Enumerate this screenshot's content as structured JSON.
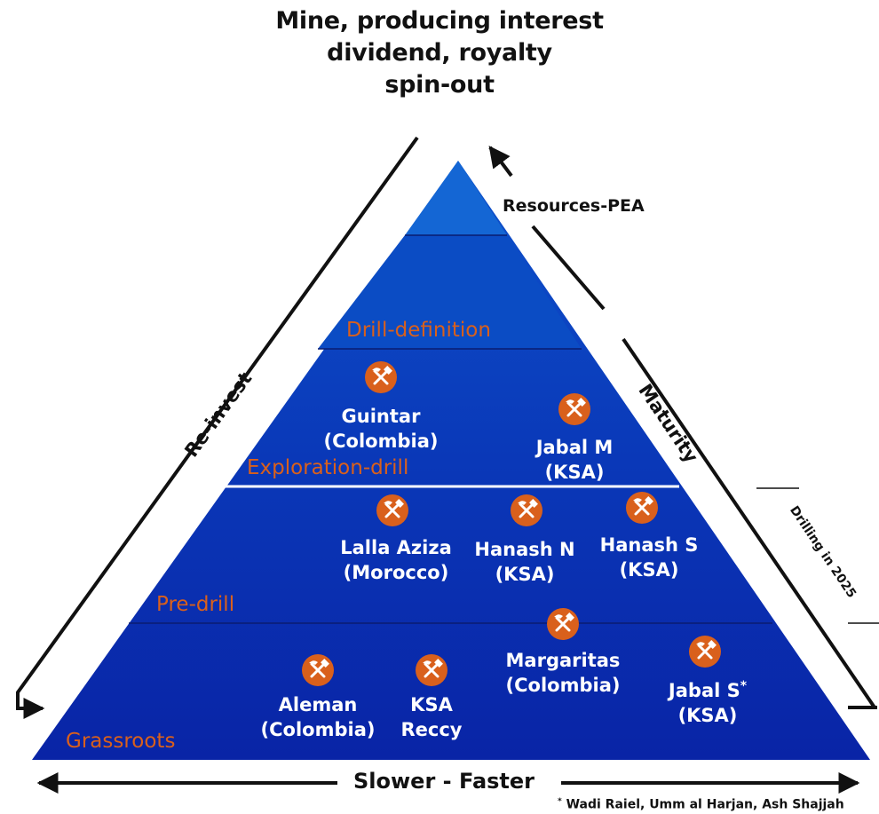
{
  "title": {
    "line1": "Mine, producing interest",
    "line2": "dividend, royalty",
    "line3": "spin-out"
  },
  "stages": {
    "resources": "Resources-PEA",
    "drill_definition": "Drill-definition",
    "exploration_drill": "Exploration-drill",
    "pre_drill": "Pre-drill",
    "grassroots": "Grassroots"
  },
  "projects": {
    "guintar": {
      "name": "Guintar",
      "country": "(Colombia)"
    },
    "jabal_m": {
      "name": "Jabal M",
      "country": "(KSA)"
    },
    "lalla_aziza": {
      "name": "Lalla Aziza",
      "country": "(Morocco)"
    },
    "hanash_n": {
      "name": "Hanash N",
      "country": "(KSA)"
    },
    "hanash_s": {
      "name": "Hanash S",
      "country": "(KSA)"
    },
    "margaritas": {
      "name": "Margaritas",
      "country": "(Colombia)"
    },
    "aleman": {
      "name": "Aleman",
      "country": "(Colombia)"
    },
    "ksa_reccy": {
      "name": "KSA",
      "country": "Reccy"
    },
    "jabal_s": {
      "name": "Jabal S",
      "sup": "*",
      "country": "(KSA)"
    }
  },
  "labels": {
    "reinvest": "Re-invest",
    "maturity": "Maturity",
    "drilling": "Drilling in 2025",
    "speed": "Slower - Faster",
    "footnote_mark": "*",
    "footnote": "Wadi Raiel, Umm al Harjan, Ash Shajjah"
  },
  "colors": {
    "pyramid_top": "#1466d4",
    "pyramid_upper": "#0b46c0",
    "pyramid_lower": "#0a2bb0",
    "accent": "#d9601c",
    "divider": "#ffffff"
  },
  "icons": {
    "project_marker": "pickaxe-hammer-icon"
  }
}
